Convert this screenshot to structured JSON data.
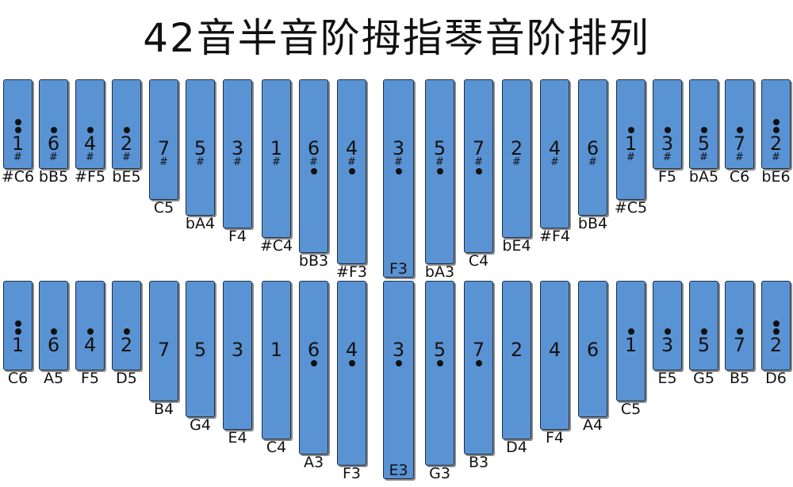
{
  "title": "42音半音阶拇指琴音阶排列",
  "upper_tines": [
    {
      "degree": "1",
      "dots_above": 2,
      "dots_below": 0,
      "sharp": true,
      "note": "#C6"
    },
    {
      "degree": "6",
      "dots_above": 1,
      "dots_below": 0,
      "sharp": true,
      "note": "bB5"
    },
    {
      "degree": "4",
      "dots_above": 1,
      "dots_below": 0,
      "sharp": true,
      "note": "#F5"
    },
    {
      "degree": "2",
      "dots_above": 1,
      "dots_below": 0,
      "sharp": true,
      "note": "bE5"
    },
    {
      "degree": "7",
      "dots_above": 0,
      "dots_below": 0,
      "sharp": true,
      "note": "C5"
    },
    {
      "degree": "5",
      "dots_above": 0,
      "dots_below": 0,
      "sharp": true,
      "note": "bA4"
    },
    {
      "degree": "3",
      "dots_above": 0,
      "dots_below": 0,
      "sharp": true,
      "note": "F4"
    },
    {
      "degree": "1",
      "dots_above": 0,
      "dots_below": 0,
      "sharp": true,
      "note": "#C4"
    },
    {
      "degree": "6",
      "dots_above": 0,
      "dots_below": 1,
      "sharp": true,
      "note": "bB3"
    },
    {
      "degree": "4",
      "dots_above": 0,
      "dots_below": 1,
      "sharp": true,
      "note": "#F3"
    },
    {
      "degree": "3",
      "dots_above": 0,
      "dots_below": 1,
      "sharp": true,
      "note": "F3"
    },
    {
      "degree": "5",
      "dots_above": 0,
      "dots_below": 1,
      "sharp": true,
      "note": "bA3"
    },
    {
      "degree": "7",
      "dots_above": 0,
      "dots_below": 1,
      "sharp": true,
      "note": "C4"
    },
    {
      "degree": "2",
      "dots_above": 0,
      "dots_below": 0,
      "sharp": true,
      "note": "bE4"
    },
    {
      "degree": "4",
      "dots_above": 0,
      "dots_below": 0,
      "sharp": true,
      "note": "#F4"
    },
    {
      "degree": "6",
      "dots_above": 0,
      "dots_below": 0,
      "sharp": true,
      "note": "bB4"
    },
    {
      "degree": "1",
      "dots_above": 1,
      "dots_below": 0,
      "sharp": true,
      "note": "#C5"
    },
    {
      "degree": "3",
      "dots_above": 1,
      "dots_below": 0,
      "sharp": true,
      "note": "F5"
    },
    {
      "degree": "5",
      "dots_above": 1,
      "dots_below": 0,
      "sharp": true,
      "note": "bA5"
    },
    {
      "degree": "7",
      "dots_above": 1,
      "dots_below": 0,
      "sharp": true,
      "note": "C6"
    },
    {
      "degree": "2",
      "dots_above": 2,
      "dots_below": 0,
      "sharp": true,
      "note": "bE6"
    }
  ],
  "lower_tines": [
    {
      "degree": "1",
      "dots_above": 2,
      "dots_below": 0,
      "sharp": false,
      "note": "C6"
    },
    {
      "degree": "6",
      "dots_above": 1,
      "dots_below": 0,
      "sharp": false,
      "note": "A5"
    },
    {
      "degree": "4",
      "dots_above": 1,
      "dots_below": 0,
      "sharp": false,
      "note": "F5"
    },
    {
      "degree": "2",
      "dots_above": 1,
      "dots_below": 0,
      "sharp": false,
      "note": "D5"
    },
    {
      "degree": "7",
      "dots_above": 0,
      "dots_below": 0,
      "sharp": false,
      "note": "B4"
    },
    {
      "degree": "5",
      "dots_above": 0,
      "dots_below": 0,
      "sharp": false,
      "note": "G4"
    },
    {
      "degree": "3",
      "dots_above": 0,
      "dots_below": 0,
      "sharp": false,
      "note": "E4"
    },
    {
      "degree": "1",
      "dots_above": 0,
      "dots_below": 0,
      "sharp": false,
      "note": "C4"
    },
    {
      "degree": "6",
      "dots_above": 0,
      "dots_below": 1,
      "sharp": false,
      "note": "A3"
    },
    {
      "degree": "4",
      "dots_above": 0,
      "dots_below": 1,
      "sharp": false,
      "note": "F3"
    },
    {
      "degree": "3",
      "dots_above": 0,
      "dots_below": 1,
      "sharp": false,
      "note": "E3"
    },
    {
      "degree": "5",
      "dots_above": 0,
      "dots_below": 1,
      "sharp": false,
      "note": "G3"
    },
    {
      "degree": "7",
      "dots_above": 0,
      "dots_below": 1,
      "sharp": false,
      "note": "B3"
    },
    {
      "degree": "2",
      "dots_above": 0,
      "dots_below": 0,
      "sharp": false,
      "note": "D4"
    },
    {
      "degree": "4",
      "dots_above": 0,
      "dots_below": 0,
      "sharp": false,
      "note": "F4"
    },
    {
      "degree": "6",
      "dots_above": 0,
      "dots_below": 0,
      "sharp": false,
      "note": "A4"
    },
    {
      "degree": "1",
      "dots_above": 1,
      "dots_below": 0,
      "sharp": false,
      "note": "C5"
    },
    {
      "degree": "3",
      "dots_above": 1,
      "dots_below": 0,
      "sharp": false,
      "note": "E5"
    },
    {
      "degree": "5",
      "dots_above": 1,
      "dots_below": 0,
      "sharp": false,
      "note": "G5"
    },
    {
      "degree": "7",
      "dots_above": 1,
      "dots_below": 0,
      "sharp": false,
      "note": "B5"
    },
    {
      "degree": "2",
      "dots_above": 2,
      "dots_below": 0,
      "sharp": false,
      "note": "D6"
    }
  ],
  "colors": {
    "tine_fill": "#5a93d3",
    "tine_border": "#1f2f45",
    "text": "#111111"
  },
  "sharp_symbol": "#"
}
